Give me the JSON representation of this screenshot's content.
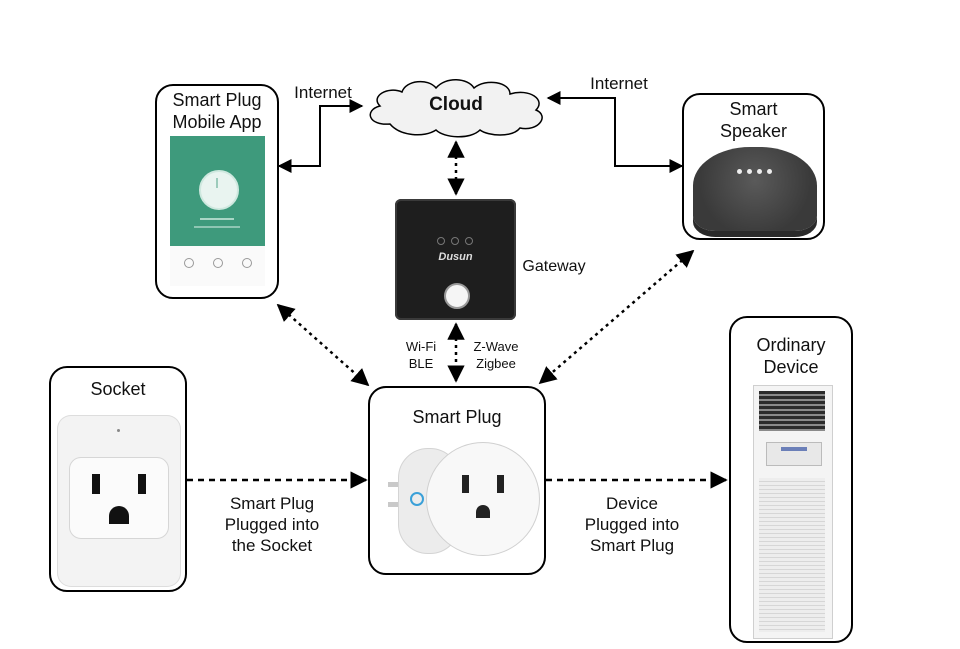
{
  "nodes": {
    "cloud": "Cloud",
    "mobile_app": [
      "Smart Plug",
      "Mobile App"
    ],
    "speaker": [
      "Smart",
      "Speaker"
    ],
    "gateway": "Gateway",
    "gateway_brand": "Dusun",
    "socket": "Socket",
    "smart_plug": "Smart Plug",
    "device": [
      "Ordinary",
      "Device"
    ]
  },
  "edges": {
    "internet_left": "Internet",
    "internet_right": "Internet",
    "gateway_protocols_left": [
      "Wi-Fi",
      "BLE"
    ],
    "gateway_protocols_right": [
      "Z-Wave",
      "Zigbee"
    ],
    "socket_to_plug": [
      "Smart Plug",
      "Plugged into",
      "the Socket"
    ],
    "plug_to_device": [
      "Device",
      "Plugged into",
      "Smart Plug"
    ]
  },
  "colors": {
    "app_green": "#3e9a7c",
    "gateway_body": "#1e1e1e",
    "speaker_body": "#4a4a4a"
  }
}
